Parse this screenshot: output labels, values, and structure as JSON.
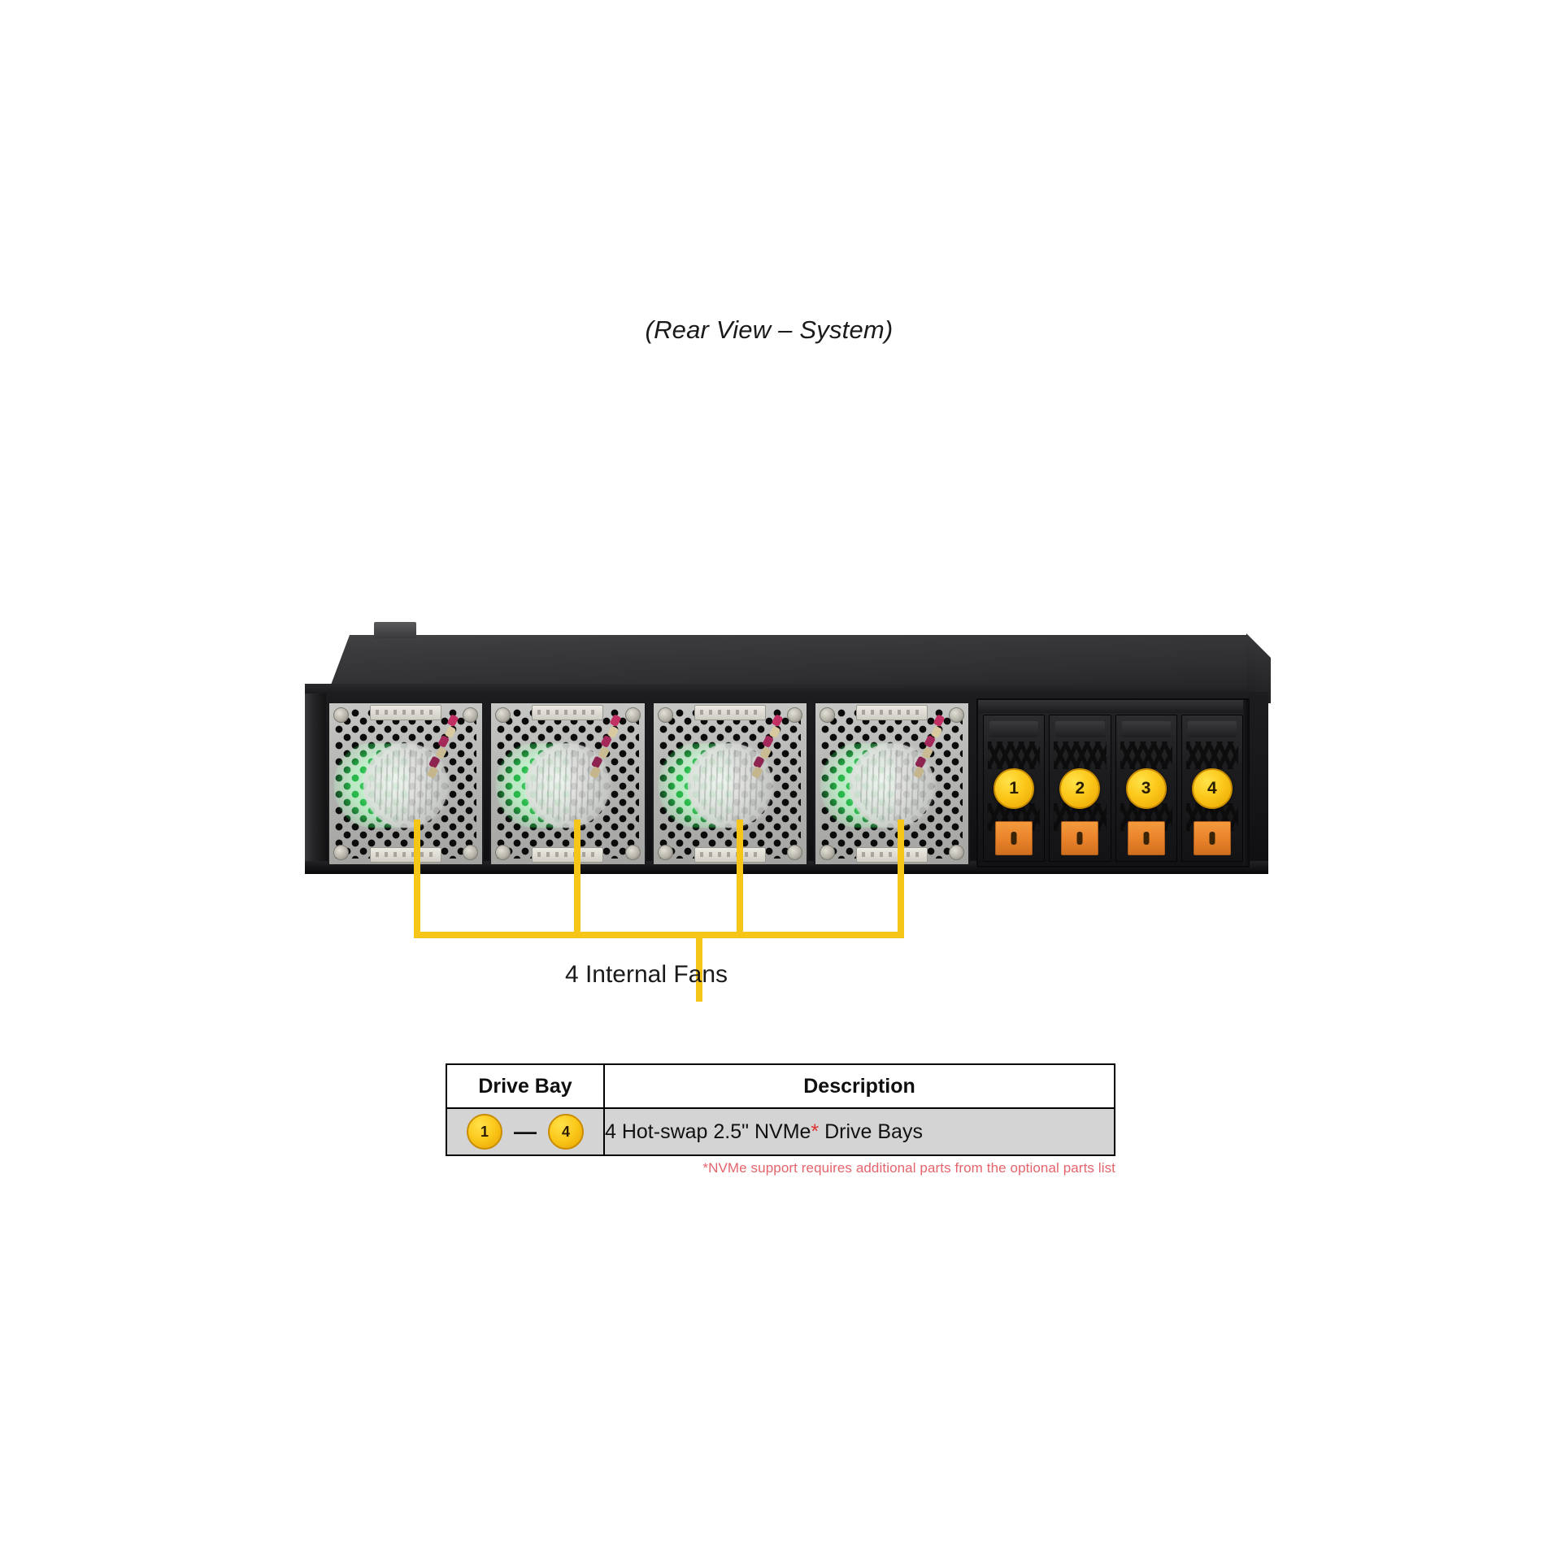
{
  "figure": {
    "title": "(Rear View – System)"
  },
  "chassis": {
    "name": "server-chassis-rear",
    "fans": [
      {
        "id": 1,
        "name": "internal-fan-1"
      },
      {
        "id": 2,
        "name": "internal-fan-2"
      },
      {
        "id": 3,
        "name": "internal-fan-3"
      },
      {
        "id": 4,
        "name": "internal-fan-4"
      }
    ],
    "drive_bays": [
      {
        "number": "1"
      },
      {
        "number": "2"
      },
      {
        "number": "3"
      },
      {
        "number": "4"
      }
    ]
  },
  "callout": {
    "fans_label": "4 Internal Fans"
  },
  "table": {
    "headers": {
      "bay": "Drive Bay",
      "description": "Description"
    },
    "rows": [
      {
        "bay_start": "1",
        "bay_dash": "—",
        "bay_end": "4",
        "description_pre": "4 Hot-swap 2.5\" NVMe",
        "description_star": "*",
        "description_post": " Drive Bays"
      }
    ],
    "footnote": "*NVMe support requires additional parts from the optional parts list"
  },
  "colors": {
    "callout_yellow": "#f5c518",
    "badge_yellow": "#fbc81b",
    "latch_orange": "#e8822a",
    "fan_green": "#1eb441",
    "footnote_red": "#e5646b",
    "table_row_gray": "#d4d4d4"
  }
}
